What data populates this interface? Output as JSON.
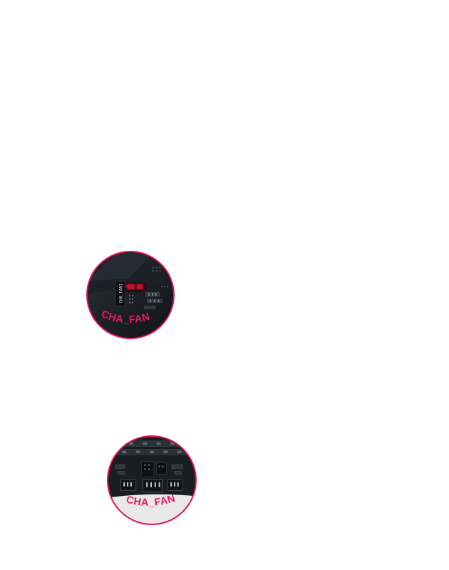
{
  "lenses": [
    {
      "callout": "CHA_FAN",
      "silkscreen": "CHA_FAN1",
      "colors": {
        "ring": "#e8175d",
        "board": "#14181d",
        "accent": "#c8102e"
      }
    },
    {
      "callout": "CHA_FAN",
      "colors": {
        "ring": "#e8175d",
        "board": "#1a1e23",
        "floor": "#e9e9ea"
      }
    }
  ]
}
